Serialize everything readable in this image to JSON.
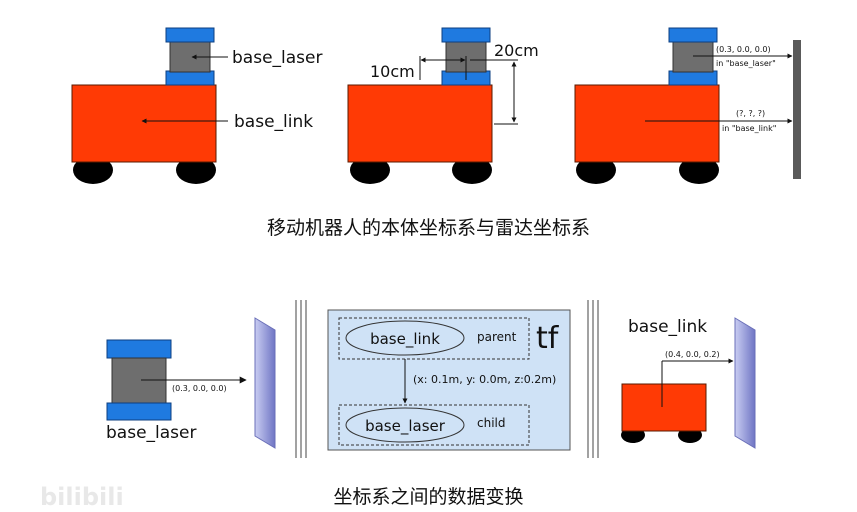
{
  "top_panel": {
    "laser_label": "base_laser",
    "link_label": "base_link",
    "offset_x": "10cm",
    "offset_z": "20cm",
    "laser_reading": "(0.3, 0.0, 0.0)",
    "laser_frame": "in \"base_laser\"",
    "link_reading": "(?, ?, ?)",
    "link_frame": "in \"base_link\"",
    "caption": "移动机器人的本体坐标系与雷达坐标系"
  },
  "bottom_panel": {
    "laser_label": "base_laser",
    "laser_reading": "(0.3, 0.0, 0.0)",
    "tf_title": "tf",
    "parent_frame": "base_link",
    "parent_role": "parent",
    "child_frame": "base_laser",
    "child_role": "child",
    "transform": "(x: 0.1m, y: 0.0m, z:0.2m)",
    "link_label": "base_link",
    "link_reading": "(0.4, 0.0, 0.2)",
    "caption": "坐标系之间的数据变换"
  },
  "watermark": "bilibili",
  "colors": {
    "robot_body": "#ff3a05",
    "laser_cap": "#1f7ae0",
    "laser_core": "#6e6e6e",
    "wheel": "#000000",
    "tf_box": "#cfe2f6",
    "wall": "#8a8fd0"
  }
}
